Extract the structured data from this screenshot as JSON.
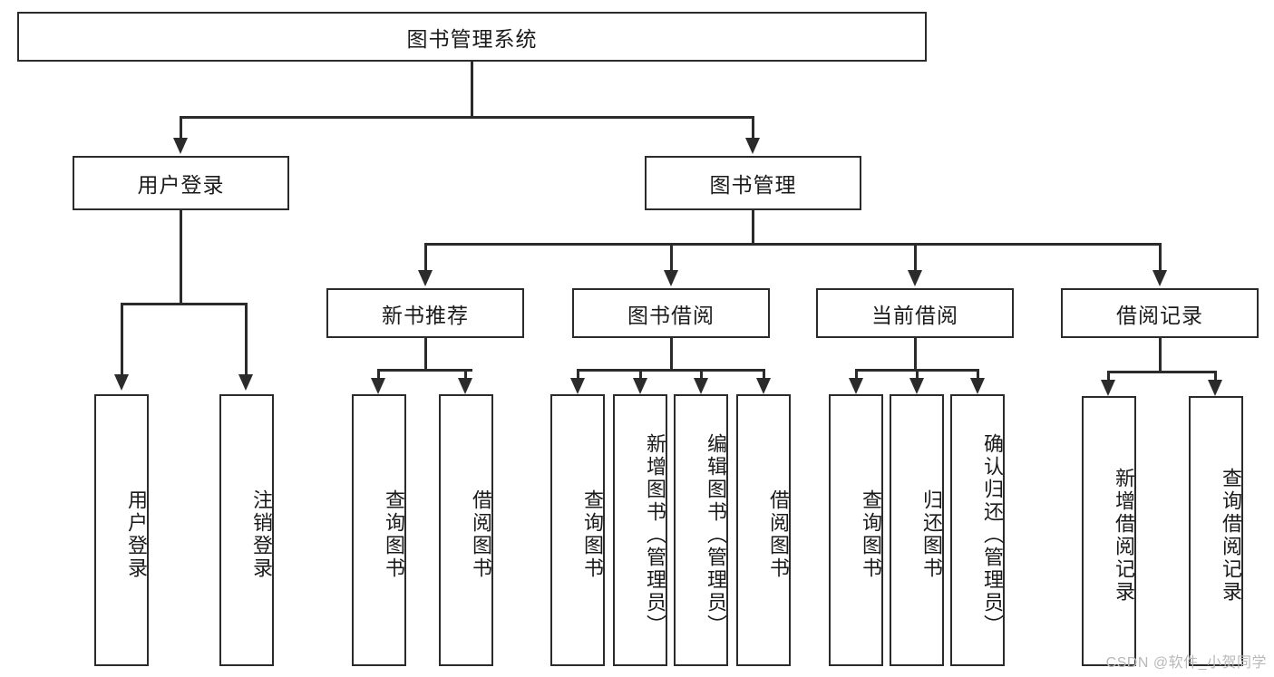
{
  "diagram": {
    "title": "图书管理系统",
    "type": "tree-hierarchy-diagram",
    "colors": {
      "stroke": "#2b2b2b",
      "fill": "#ffffff",
      "text": "#1a1a1a",
      "watermark": "#b9b9b9"
    },
    "root": {
      "label": "图书管理系统"
    },
    "level1": [
      {
        "label": "用户登录"
      },
      {
        "label": "图书管理"
      }
    ],
    "level2": [
      {
        "label": "新书推荐"
      },
      {
        "label": "图书借阅"
      },
      {
        "label": "当前借阅"
      },
      {
        "label": "借阅记录"
      }
    ],
    "leaves": {
      "user_login": [
        {
          "label": "用户登录"
        },
        {
          "label": "注销登录"
        }
      ],
      "new_book": [
        {
          "label": "查询图书"
        },
        {
          "label": "借阅图书"
        }
      ],
      "borrow": [
        {
          "label": "查询图书"
        },
        {
          "label": "新增图书（管理员）"
        },
        {
          "label": "编辑图书（管理员）"
        },
        {
          "label": "借阅图书"
        }
      ],
      "current": [
        {
          "label": "查询图书"
        },
        {
          "label": "归还图书"
        },
        {
          "label": "确认归还（管理员）"
        }
      ],
      "records": [
        {
          "label": "新增借阅记录"
        },
        {
          "label": "查询借阅记录"
        }
      ]
    }
  },
  "watermark": {
    "text": "CSDN @软件_小贺同学"
  }
}
